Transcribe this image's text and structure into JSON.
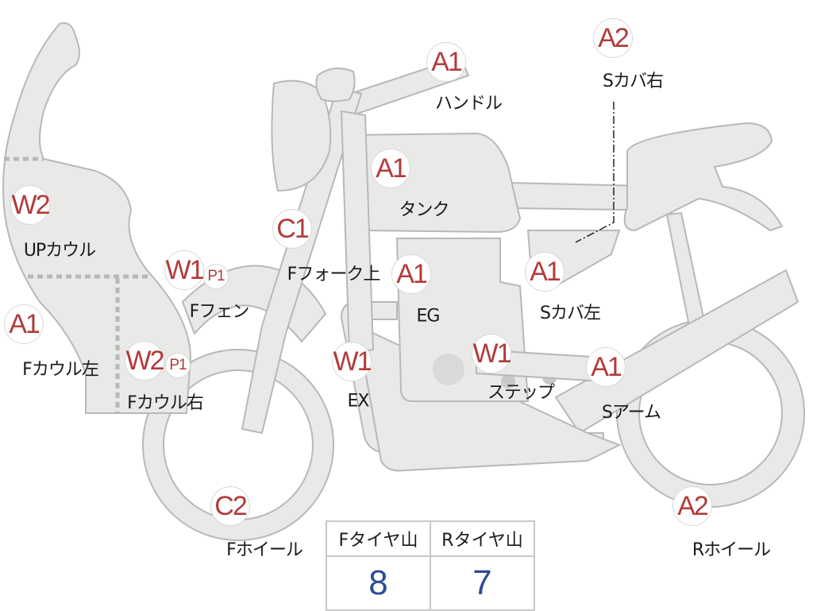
{
  "colors": {
    "body": "#e9e9e7",
    "outline": "#b8b8b8",
    "code": "#b23a3a",
    "value": "#2d4b98"
  },
  "parts": [
    {
      "code": "A1",
      "label": "ハンドル"
    },
    {
      "code": "A2",
      "label": "Sカバ右"
    },
    {
      "code": "A1",
      "label": "タンク"
    },
    {
      "code": "W2",
      "label": "UPカウル"
    },
    {
      "code": "C1",
      "label": "Fフォーク上"
    },
    {
      "code": "W1",
      "sub": "P1",
      "label": "Fフェン"
    },
    {
      "code": "A1",
      "label": "EG"
    },
    {
      "code": "A1",
      "label": "Sカバ左"
    },
    {
      "code": "A1",
      "label": "Fカウル左"
    },
    {
      "code": "W2",
      "sub": "P1",
      "label": "Fカウル右"
    },
    {
      "code": "W1",
      "label": "EX"
    },
    {
      "code": "W1",
      "label": "ステップ"
    },
    {
      "code": "A1",
      "label": "Sアーム"
    },
    {
      "code": "C2",
      "label": "Fホイール"
    },
    {
      "code": "A2",
      "label": "Rホイール"
    }
  ],
  "tire_table": {
    "headers": [
      "Fタイヤ山",
      "Rタイヤ山"
    ],
    "values": [
      "8",
      "7"
    ]
  }
}
